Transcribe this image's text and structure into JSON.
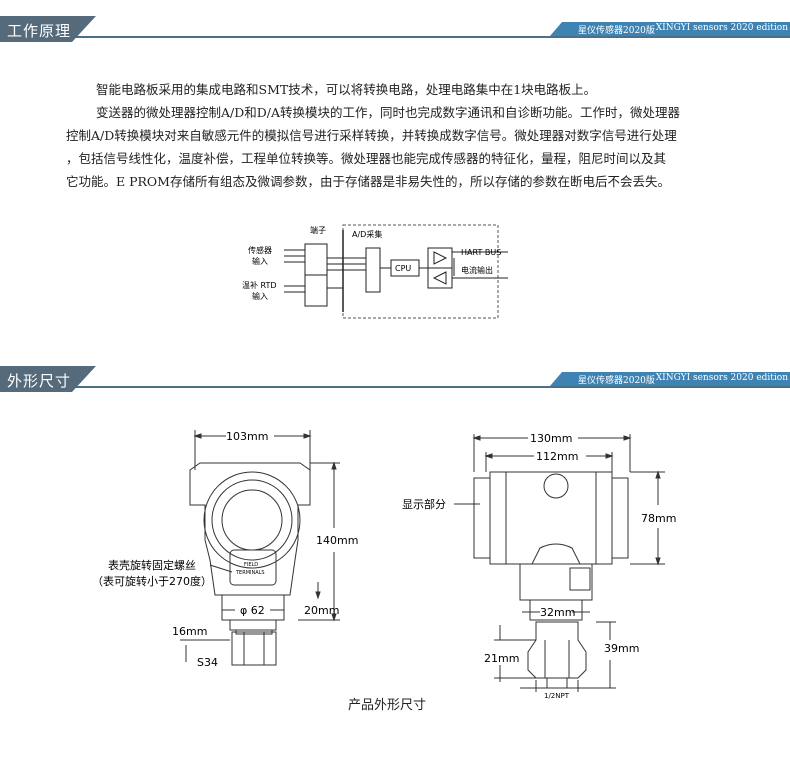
{
  "sections": {
    "principle": {
      "title": "工作原理",
      "badge_left": "星仪传感器2020版",
      "badge_right": "XINGYI sensors 2020 edition"
    },
    "dimensions": {
      "title": "外形尺寸",
      "badge_left": "星仪传感器2020版",
      "badge_right": "XINGYI sensors 2020 edition"
    }
  },
  "paragraph": {
    "line1": "智能电路板采用的集成电路和SMT技术，可以将转换电路，处理电路集中在1块电路板上。",
    "line2": "变送器的微处理器控制A/D和D/A转换模块的工作，同时也完成数字通讯和自诊断功能。工作时，微处理器",
    "line3": "控制A/D转换模块对来自敏感元件的模拟信号进行采样转换，并转换成数字信号。微处理器对数字信号进行处理",
    "line4": "，包括信号线性化，温度补偿，工程单位转换等。微处理器也能完成传感器的特征化，量程，阻尼时间以及其",
    "line5": "它功能。E PROM存储所有组态及微调参数，由于存储器是非易失性的，所以存储的参数在断电后不会丢失。"
  },
  "block_diagram": {
    "terminal": "端子",
    "ad": "A/D采集",
    "sensor_in_1": "传感器",
    "sensor_in_2": "输入",
    "rtd_in_1": "温补 RTD",
    "rtd_in_2": "输入",
    "cpu": "CPU",
    "hart": "HART BUS",
    "current_out": "电流输出"
  },
  "drawing": {
    "left": {
      "width": "103mm",
      "height": "140mm",
      "bottom_height": "20mm",
      "diameter": "φ 62",
      "thread_len": "16mm",
      "hex": "S34",
      "note1": "表壳旋转固定螺丝",
      "note2": "（表可旋转小于270度）",
      "field1": "FIELD",
      "field2": "TERMINALS"
    },
    "right": {
      "overall": "130mm",
      "body": "112mm",
      "height": "78mm",
      "display": "显示部分",
      "neck": "32mm",
      "thread_h": "21mm",
      "total_h": "39mm",
      "npt": "1/2NPT"
    },
    "caption": "产品外形尺寸"
  }
}
